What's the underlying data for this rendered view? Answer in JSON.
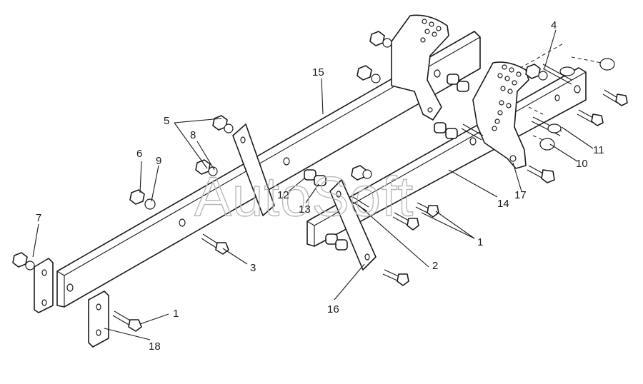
{
  "watermark": "AutoSoft",
  "callouts": {
    "c1a": "1",
    "c1b": "1",
    "c2": "2",
    "c3": "3",
    "c4": "4",
    "c5": "5",
    "c6": "6",
    "c7": "7",
    "c8": "8",
    "c9": "9",
    "c10": "10",
    "c11": "11",
    "c12": "12",
    "c13": "13",
    "c14": "14",
    "c15": "15",
    "c16": "16",
    "c17": "17",
    "c18": "18"
  },
  "colors": {
    "line": "#1a1a1a",
    "watermark": "#b9b9b9",
    "background": "#ffffff"
  }
}
